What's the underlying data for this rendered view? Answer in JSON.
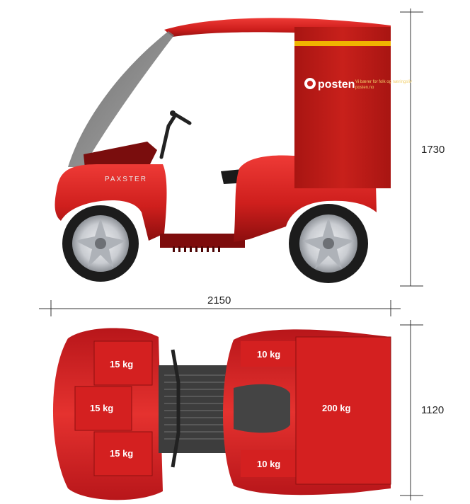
{
  "dimensions": {
    "height": "1730",
    "length": "2150",
    "width": "1120"
  },
  "side_view": {
    "model_badge": "PAXSTER",
    "brand": "posten",
    "brand_tagline_line1": "Vi bærer for folk og næringsliv",
    "brand_tagline_line2": "posten.no"
  },
  "top_view": {
    "cargo_front_top": "15 kg",
    "cargo_front_middle": "15 kg",
    "cargo_front_bottom": "15 kg",
    "cargo_side_top": "10 kg",
    "cargo_side_bottom": "10 kg",
    "cargo_main": "200 kg"
  },
  "colors": {
    "body_red": "#d42020",
    "dark_red": "#8e1010",
    "box_red": "#c8201b",
    "stripe_yellow": "#f0b400",
    "rim_silver": "#c9ccd1",
    "tire": "#1c1c1c"
  }
}
